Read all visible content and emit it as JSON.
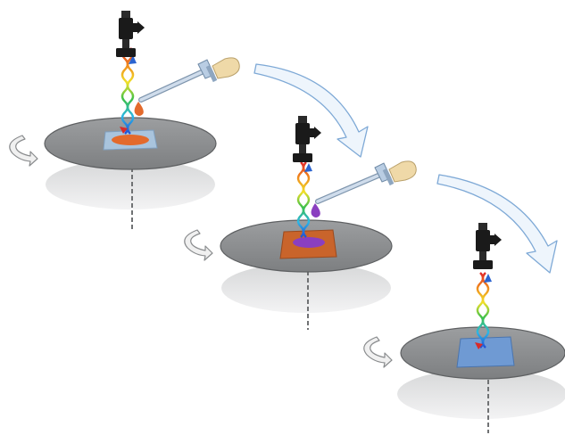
{
  "diagram": {
    "stages": [
      {
        "id": "stage-1",
        "substrate_color": "#a9c4dd",
        "film_color": "#e36a2c",
        "drop_color": "#e36a2c",
        "has_dropper": true
      },
      {
        "id": "stage-2",
        "substrate_color": "#c9642b",
        "film_color": "#8a3fc0",
        "drop_color": "#8a3fc0",
        "has_dropper": true
      },
      {
        "id": "stage-3",
        "substrate_color": "#6f9ad3",
        "film_color": "#6f9ad3",
        "drop_color": "",
        "has_dropper": false
      }
    ],
    "colors": {
      "disk_fill": "#8a8c8e",
      "disk_edge": "#5e6062",
      "shadow": "#e4e5e6",
      "arrow_fill": "#eef5fc",
      "arrow_stroke": "#7ea9d6",
      "camera": "#1a1a1a",
      "dropper_bulb": "#efd9a8",
      "dropper_tube": "#b9cde3"
    },
    "icons": [
      "rotation-arrow-icon",
      "camera-icon",
      "dropper-icon",
      "light-wave-icon",
      "process-arrow-icon"
    ]
  }
}
